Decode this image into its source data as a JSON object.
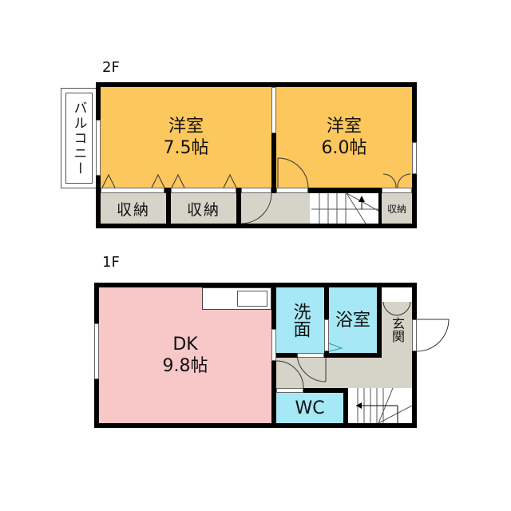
{
  "floors": [
    {
      "label": "2F",
      "rooms": [
        {
          "id": "western-room-1",
          "name": "洋室",
          "size": "7.5帖",
          "color": "#fcc75c"
        },
        {
          "id": "western-room-2",
          "name": "洋室",
          "size": "6.0帖",
          "color": "#fcc75c"
        },
        {
          "id": "storage-1",
          "name": "収納",
          "color": "#d6d3c8"
        },
        {
          "id": "storage-2",
          "name": "収納",
          "color": "#d6d3c8"
        },
        {
          "id": "storage-3",
          "name": "収納",
          "color": "#d6d3c8"
        },
        {
          "id": "balcony",
          "name": "バルコニー"
        }
      ]
    },
    {
      "label": "1F",
      "rooms": [
        {
          "id": "dining-kitchen",
          "name": "DK",
          "size": "9.8帖",
          "color": "#f8c7c8"
        },
        {
          "id": "washroom",
          "name": "洗面",
          "color": "#a6e8f5"
        },
        {
          "id": "bathroom",
          "name": "浴室",
          "color": "#a6e8f5"
        },
        {
          "id": "entrance",
          "name": "玄関",
          "color": "#d6d3c8"
        },
        {
          "id": "toilet",
          "name": "WC",
          "color": "#a6e8f5"
        }
      ]
    }
  ]
}
